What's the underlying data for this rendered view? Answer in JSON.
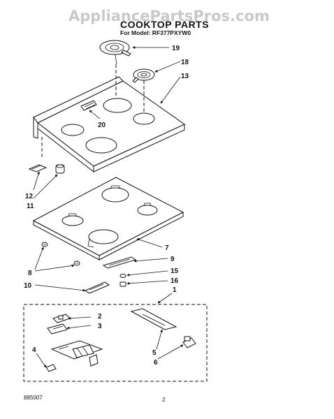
{
  "watermark": "AppliancePartsPros.com",
  "title": "COOKTOP PARTS",
  "subtitle": "For Model: RF377PXYW0",
  "callouts": {
    "c19": "19",
    "c18": "18",
    "c13": "13",
    "c20": "20",
    "c12": "12",
    "c11": "11",
    "c7": "7",
    "c9": "9",
    "c8": "8",
    "c15": "15",
    "c16": "16",
    "c10": "10",
    "c1": "1",
    "c2": "2",
    "c3": "3",
    "c4": "4",
    "c5": "5",
    "c6": "6"
  },
  "footer": {
    "doc_number": "885007",
    "page_number": "2"
  }
}
